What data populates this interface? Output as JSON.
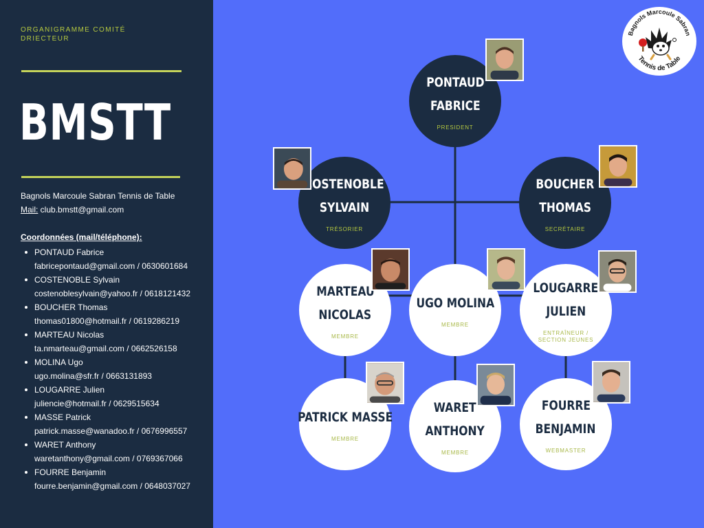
{
  "sidebar": {
    "kicker": "ORGANIGRAMME COMITÉ DRIECTEUR",
    "brand": "BMSTT",
    "club_name": "Bagnols Marcoule Sabran Tennis de Table",
    "mail_label": "Mail:",
    "mail_value": " club.bmstt@gmail.com",
    "coords_title": "Coordonnées (mail/téléphone):",
    "contacts": [
      {
        "name": "PONTAUD Fabrice",
        "detail": "fabricepontaud@gmail.com / 0630601684"
      },
      {
        "name": "COSTENOBLE Sylvain",
        "detail": "costenoblesylvain@yahoo.fr / 0618121432"
      },
      {
        "name": "BOUCHER Thomas",
        "detail": "thomas01800@hotmail.fr / 0619286219"
      },
      {
        "name": "MARTEAU Nicolas",
        "detail": "ta.nmarteau@gmail.com / 0662526158"
      },
      {
        "name": "MOLINA Ugo",
        "detail": "ugo.molina@sfr.fr / 0663131893"
      },
      {
        "name": "LOUGARRE Julien",
        "detail": "juliencie@hotmail.fr / 0629515634"
      },
      {
        "name": "MASSE Patrick",
        "detail": "patrick.masse@wanadoo.fr / 0676996557"
      },
      {
        "name": "WARET Anthony",
        "detail": "waretanthony@gmail.com / 0769367066"
      },
      {
        "name": "FOURRE Benjamin",
        "detail": "fourre.benjamin@gmail.com / 0648037027"
      }
    ]
  },
  "org": {
    "members": [
      {
        "id": "pontaud",
        "line1": "PONTAUD",
        "line2": "FABRICE",
        "role": "PRESIDENT"
      },
      {
        "id": "costenoble",
        "line1": "COSTENOBLE",
        "line2": "SYLVAIN",
        "role": "TRÉSORIER"
      },
      {
        "id": "boucher",
        "line1": "BOUCHER",
        "line2": "THOMAS",
        "role": "SECRÉTAIRE"
      },
      {
        "id": "marteau",
        "line1": "MARTEAU",
        "line2": "NICOLAS",
        "role": "MEMBRE"
      },
      {
        "id": "molina",
        "line1": "UGO MOLINA",
        "line2": "",
        "role": "MEMBRE"
      },
      {
        "id": "lougarre",
        "line1": "LOUGARRE",
        "line2": "JULIEN",
        "role": "ENTRAÎNEUR / SECTION JEUNES"
      },
      {
        "id": "masse",
        "line1": "PATRICK MASSE",
        "line2": "",
        "role": "MEMBRE"
      },
      {
        "id": "waret",
        "line1": "WARET",
        "line2": "ANTHONY",
        "role": "MEMBRE"
      },
      {
        "id": "fourre",
        "line1": "FOURRE",
        "line2": "BENJAMIN",
        "role": "WEBMASTER"
      }
    ]
  },
  "logo": {
    "top_text": "Bagnols Marcoule Sabran",
    "bottom_text": "Tennis de Table",
    "icon": "hedgehog-ping-pong-mascot-icon"
  },
  "colors": {
    "panel": "#1b2c41",
    "background": "#526dfa",
    "accent": "#c5d45a",
    "node_light": "#ffffff"
  }
}
